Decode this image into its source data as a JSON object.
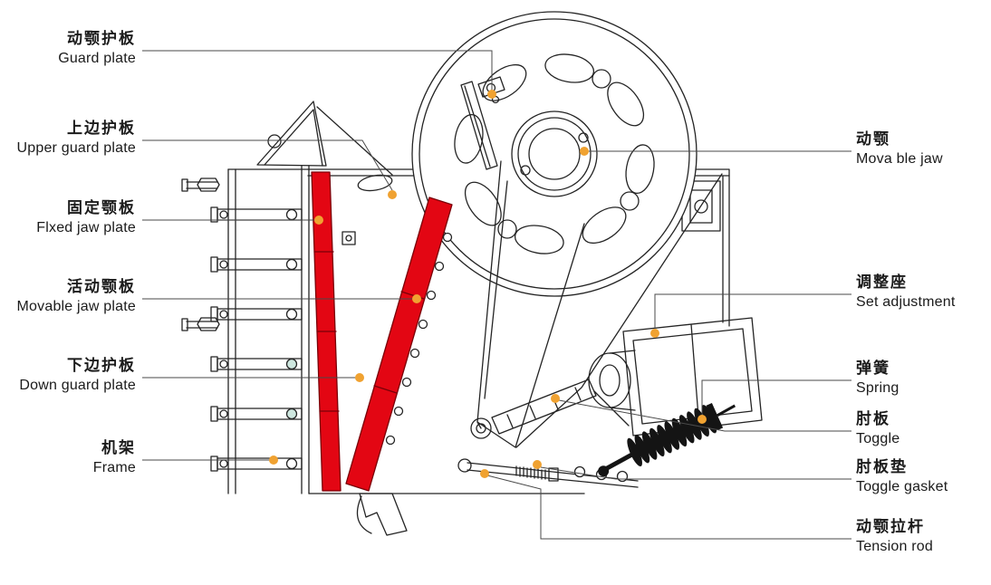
{
  "colors": {
    "background": "#ffffff",
    "line": "#242424",
    "jaw_plate_red": "#e30613",
    "marker_orange": "#f0a231",
    "spring_black": "#141414",
    "text": "#1b1b1b"
  },
  "labels": {
    "left": [
      {
        "zh": "动颚护板",
        "en": "Guard plate"
      },
      {
        "zh": "上边护板",
        "en": "Upper guard plate"
      },
      {
        "zh": "固定颚板",
        "en": "Flxed jaw plate"
      },
      {
        "zh": "活动颚板",
        "en": "Movable jaw plate"
      },
      {
        "zh": "下边护板",
        "en": "Down guard plate"
      },
      {
        "zh": "机架",
        "en": "Frame"
      }
    ],
    "right": [
      {
        "zh": "动颚",
        "en": "Mova ble jaw"
      },
      {
        "zh": "调整座",
        "en": "Set adjustment"
      },
      {
        "zh": "弹簧",
        "en": "Spring"
      },
      {
        "zh": "肘板",
        "en": "Toggle"
      },
      {
        "zh": "肘板垫",
        "en": "Toggle gasket"
      },
      {
        "zh": "动颚拉杆",
        "en": "Tension rod"
      }
    ]
  }
}
